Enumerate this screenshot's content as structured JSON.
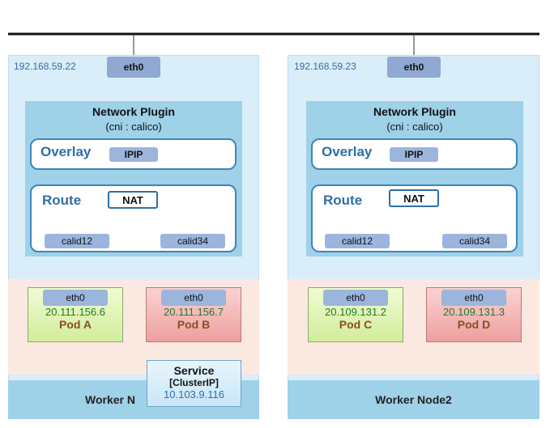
{
  "nodes": [
    {
      "ip": "192.168.59.22",
      "eth0": "eth0",
      "plugin_title": "Network Plugin",
      "plugin_sub": "(cni : calico)",
      "overlay_label": "Overlay",
      "ipip": "IPIP",
      "route_label": "Route",
      "nat": "NAT",
      "calid_left": "calid12",
      "calid_right": "calid34",
      "pods": [
        {
          "eth0": "eth0",
          "ip": "20.111.156.6",
          "name": "Pod A"
        },
        {
          "eth0": "eth0",
          "ip": "20.111.156.7",
          "name": "Pod B"
        }
      ],
      "footer": "Worker N"
    },
    {
      "ip": "192.168.59.23",
      "eth0": "eth0",
      "plugin_title": "Network Plugin",
      "plugin_sub": "(cni : calico)",
      "overlay_label": "Overlay",
      "ipip": "IPIP",
      "route_label": "Route",
      "nat": "NAT",
      "calid_left": "calid12",
      "calid_right": "calid34",
      "pods": [
        {
          "eth0": "eth0",
          "ip": "20.109.131.2",
          "name": "Pod C"
        },
        {
          "eth0": "eth0",
          "ip": "20.109.131.3",
          "name": "Pod D"
        }
      ],
      "footer": "Worker Node2"
    }
  ],
  "service": {
    "title": "Service",
    "type": "[ClusterIP]",
    "ip": "10.103.9.116"
  },
  "colors": {
    "node_bg": "#d9eef8",
    "plugin_bg": "#9fd1e9",
    "pod_area_bg": "#fbe9e1",
    "pod_green": "#d2ed9d",
    "pod_red": "#ee9f9f",
    "accent": "#2e6fa6"
  }
}
